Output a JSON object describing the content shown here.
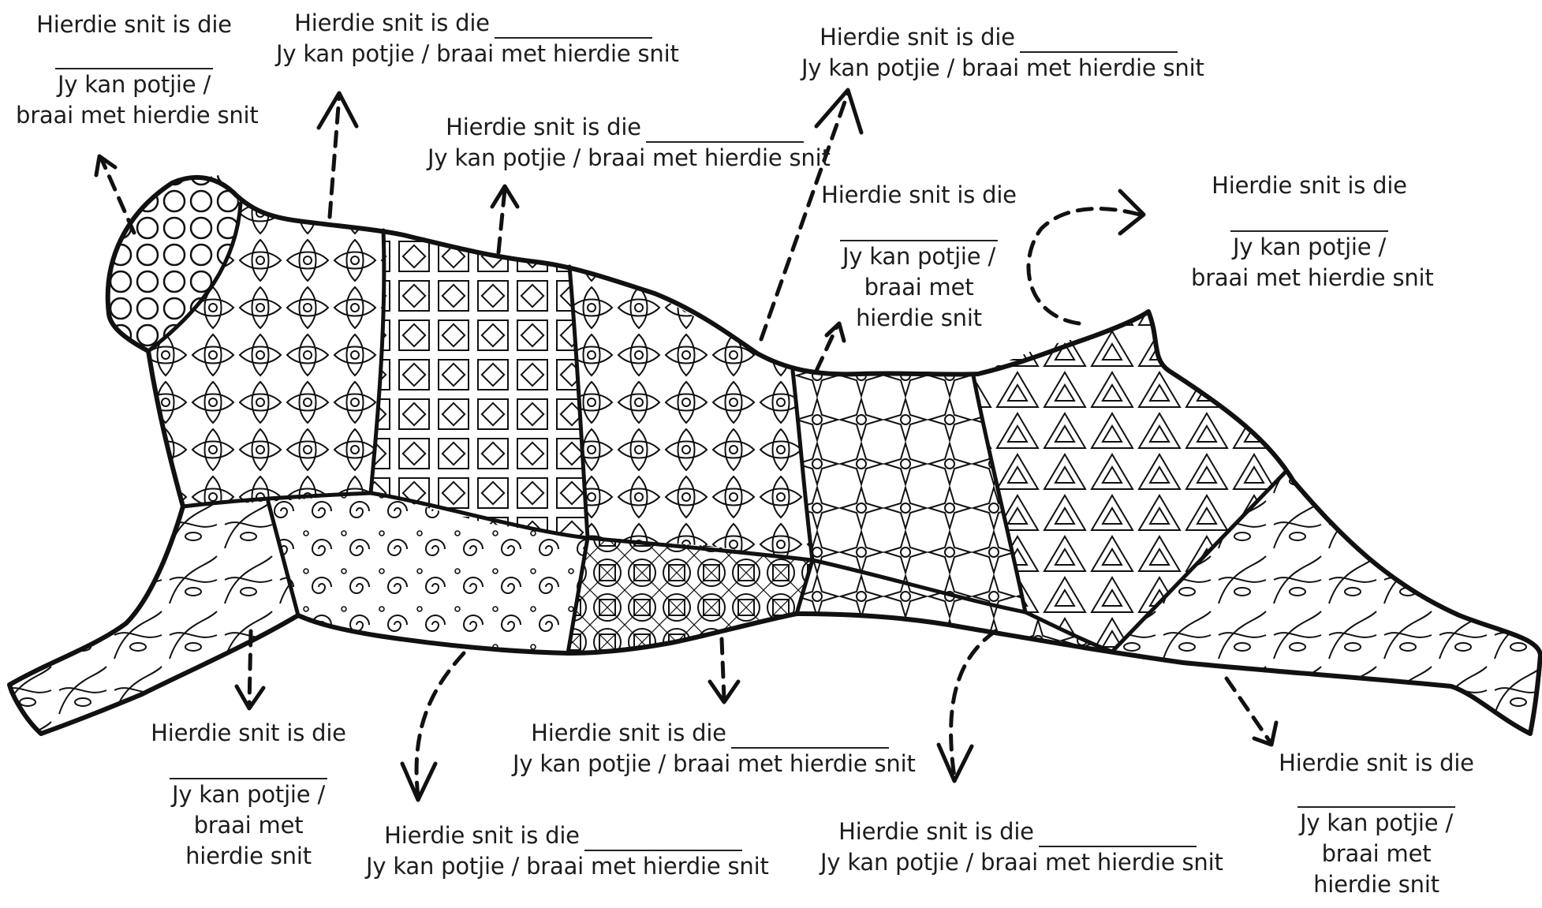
{
  "worksheet": {
    "prompt": "Hierdie snit is die",
    "blank": "____________",
    "hint_full": "Jy kan potjie / braai met hierdie snit",
    "hint_parts": {
      "jy_kan_potjie": "Jy kan potjie /",
      "braai_met_hierdie_snit": "braai met hierdie snit",
      "braai_met": "braai met",
      "hierdie_snit": "hierdie snit"
    }
  },
  "labels": [
    {
      "id": "neck"
    },
    {
      "id": "chuck"
    },
    {
      "id": "rib"
    },
    {
      "id": "wing-rib"
    },
    {
      "id": "loin"
    },
    {
      "id": "rump"
    },
    {
      "id": "topside"
    },
    {
      "id": "shin-front"
    },
    {
      "id": "brisket"
    },
    {
      "id": "plate"
    },
    {
      "id": "flank"
    },
    {
      "id": "shin-hind"
    }
  ]
}
